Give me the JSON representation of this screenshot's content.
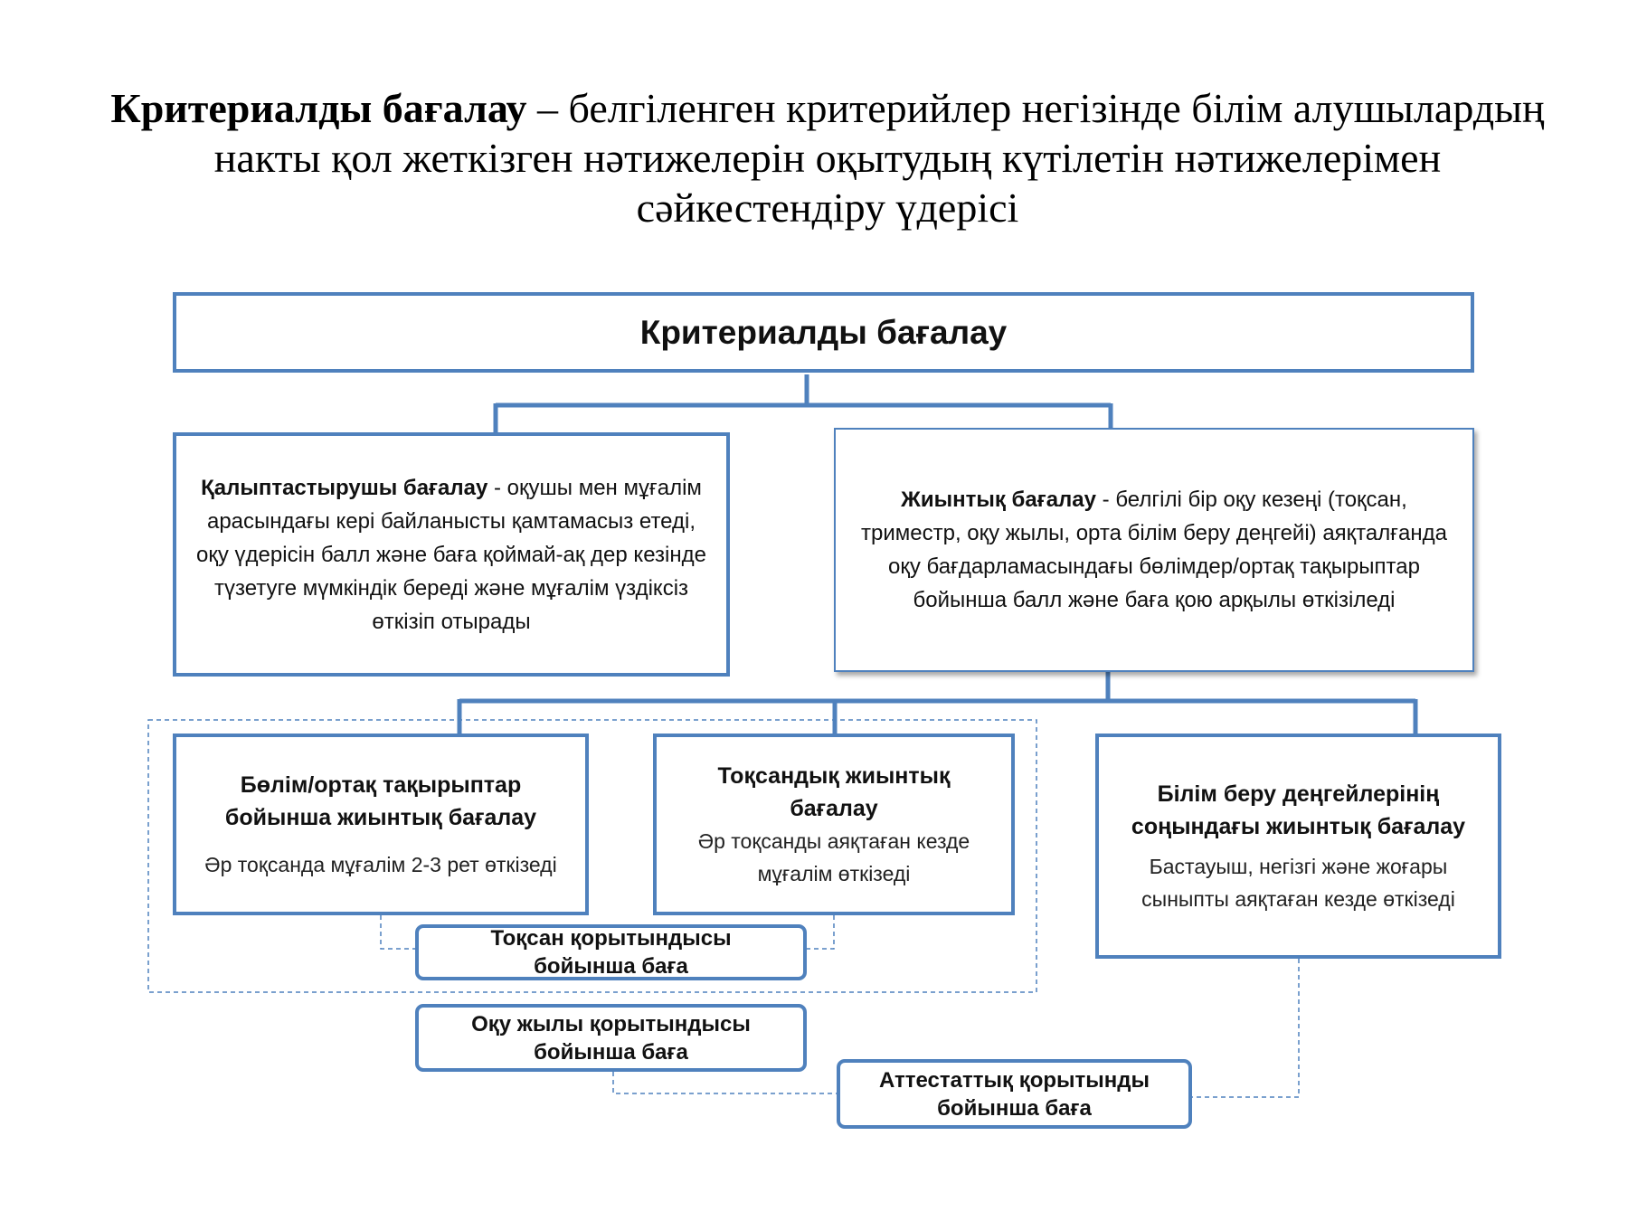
{
  "heading": {
    "term": "Критериалды бағалау",
    "definition": " – белгіленген критерийлер негізінде білім алушылардың накты қол жеткізген нәтижелерін оқытудың күтілетін нәтижелерімен сәйкестендіру үдерісі"
  },
  "diagram": {
    "root": "Критериалды бағалау",
    "formative": {
      "term": "Қалыптастырушы бағалау",
      "text": " - оқушы мен мұғалім арасындағы кері байланысты қамтамасыз етеді, оқу үдерісін балл және баға қоймай-ақ дер кезінде түзетуге мүмкіндік береді және мұғалім үздіксіз өткізіп отырады"
    },
    "summative": {
      "term": "Жиынтық бағалау",
      "text": " - белгілі бір оқу кезеңі (тоқсан, триместр, оқу жылы, орта білім беру деңгейі) аяқталғанда оқу бағдарламасындағы бөлімдер/ортақ тақырыптар бойынша балл және баға қою арқылы өткізіледі"
    },
    "unit_summative": {
      "title": "Бөлім/ортақ тақырыптар бойынша жиынтық бағалау",
      "note": "Әр тоқсанда мұғалім 2-3 рет өткізеді"
    },
    "term_summative": {
      "title": "Тоқсандық жиынтық бағалау",
      "note": "Әр тоқсанды аяқтаған кезде мұғалім өткізеді"
    },
    "level_summative": {
      "title": "Білім беру деңгейлерінің соңындағы жиынтық бағалау",
      "note": "Бастауыш, негізгі және жоғары сыныпты аяқтаған кезде өткізеді"
    },
    "quarter_grade": "Тоқсан қорытындысы бойынша баға",
    "year_grade": "Оқу жылы қорытындысы бойынша баға",
    "attestation_grade": "Аттестаттық қорытынды бойынша баға"
  },
  "colors": {
    "box_border": "#4f81bd",
    "connector": "#4f81bd",
    "dashed": "#4f81bd"
  }
}
